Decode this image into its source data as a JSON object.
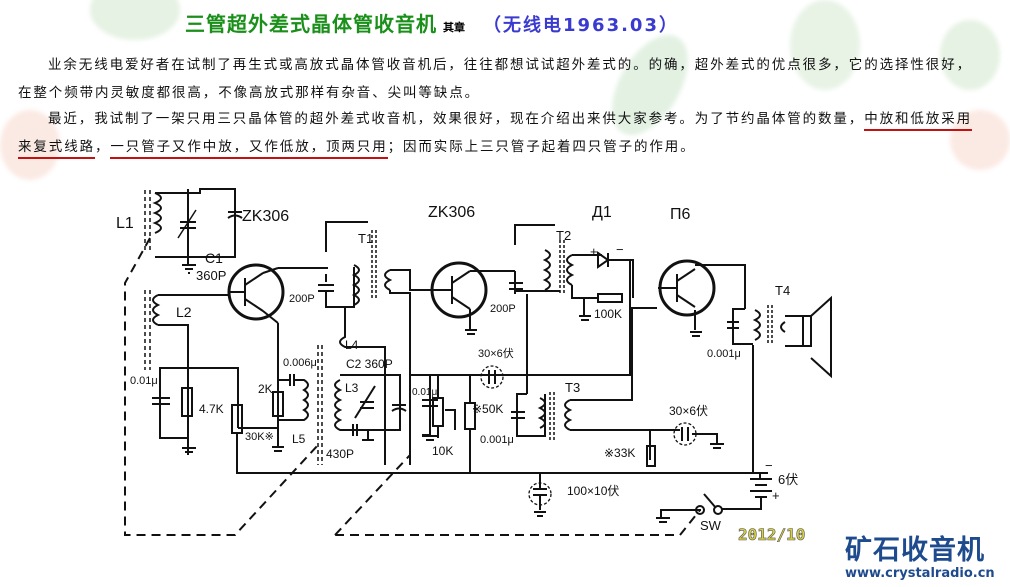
{
  "header": {
    "title": "三管超外差式晶体管收音机",
    "author": "其章",
    "source": "（无线电1963.03）"
  },
  "body": {
    "paragraph1": "业余无线电爱好者在试制了再生式或高放式晶体管收音机后，往往都想试试超外差式的。的确，超外差式的优点很多，它的选择性很好，在整个频带内灵敏度都很高，不像高放式那样有杂音、尖叫等缺点。",
    "paragraph2": {
      "intro": "最近，我试制了一架只用三只晶体管的超外差式收音机，效果很好，现在介绍出来供大家参考。为了节约晶体管的数量，",
      "highlight1": "中放和低放采用来复式线路",
      "sep1": "，",
      "highlight2": "一只管子又作中放，又作低放，顶两只用",
      "rest": "；因而实际上三只管子起着四只管子的作用。"
    }
  },
  "schematic": {
    "transistors": [
      "ZK306",
      "ZK306",
      "П6"
    ],
    "diode": "Д1",
    "labels": {
      "L1": "L1",
      "C1": "C1",
      "c1_value": "360P",
      "L2": "L2",
      "T1": "T1",
      "T2": "T2",
      "T3": "T3",
      "T4": "T4",
      "c_200p_1": "200P",
      "c_200p_2": "200P",
      "L4": "L4",
      "C2": "C2 360P",
      "L3": "L3",
      "L5": "L5",
      "c_0006": "0.006μ",
      "r_2k": "2K",
      "c_430p": "430P",
      "c_001a": "0.01μ",
      "r_47k": "4.7K",
      "r_30k": "30K※",
      "c_001b": "0.01μ",
      "r_10k": "10K",
      "e_30x6a": "30×6伏",
      "r_50k": "※50K",
      "c_0001a": "0.001μ",
      "r_100k": "100K",
      "e_30x6b": "30×6伏",
      "r_33k": "※33K",
      "c_0001b": "0.001μ",
      "e_100x10": "100×10伏",
      "battery": "6伏",
      "switch": "SW",
      "plus": "+",
      "minus": "−"
    }
  },
  "watermark": {
    "date": "2012/10",
    "site_name": "矿石收音机",
    "url": "www.crystalradio.cn"
  }
}
